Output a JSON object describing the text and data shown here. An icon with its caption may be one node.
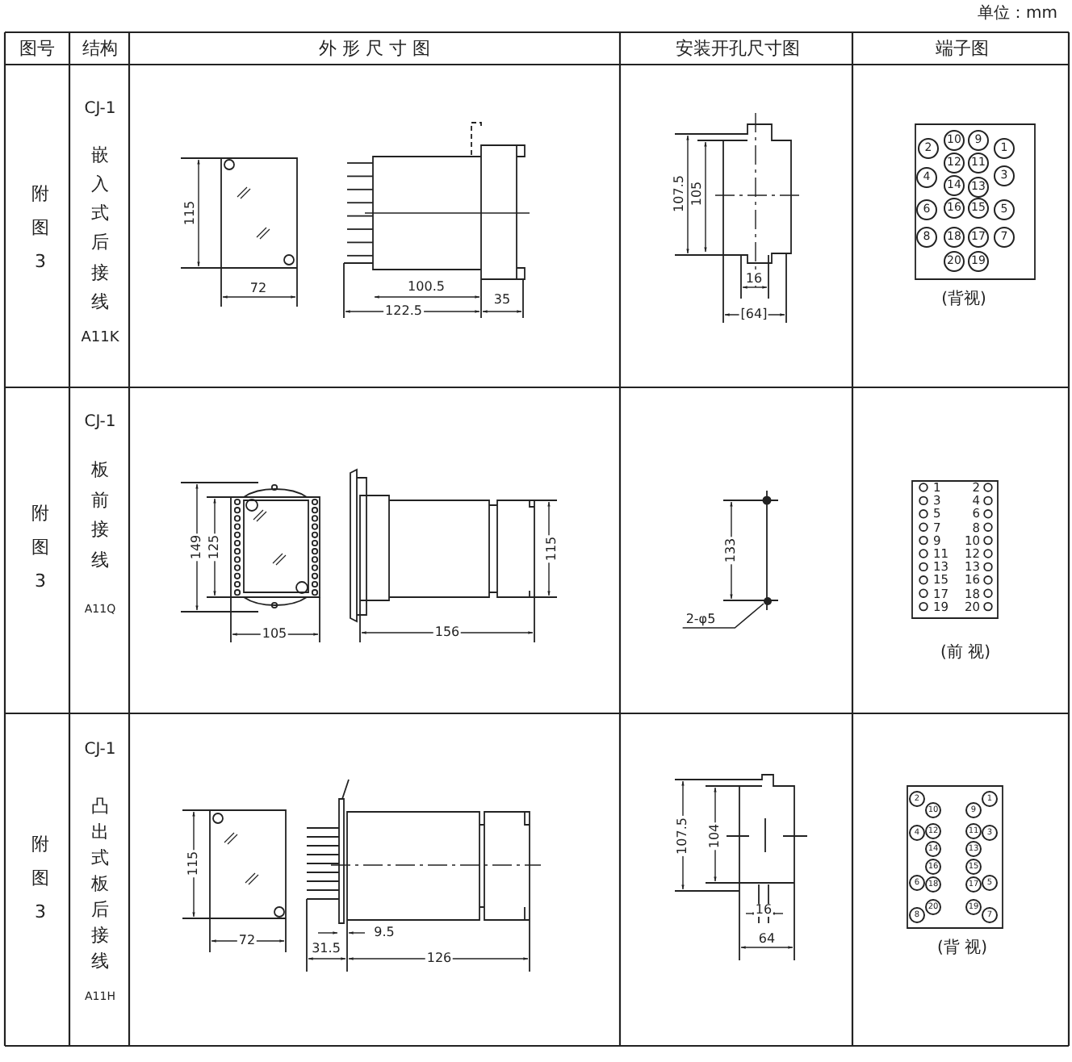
{
  "diagram": {
    "nodes": [
      {
        "text": [
          "2-φ5"
        ]
      },
      {
        "text": [],
        "shape": "circle"
      }
    ],
    "edges": [
      {
        "from": 0,
        "to": 1,
        "arrow": "none"
      }
    ],
    "labels": [
      "单位：mm",
      "图号",
      "结构",
      "外 形 尺 寸 图",
      "安装开孔尺寸图",
      "端子图",
      "附图3",
      "CJ-1",
      "嵌入式后接线",
      "A11K",
      "115",
      "72",
      "100.5",
      "122.5",
      "35",
      "107.5",
      "105",
      "16",
      "[64]",
      "10",
      "9",
      "2",
      "1",
      "12",
      "11",
      "4",
      "3",
      "14",
      "13",
      "6",
      "16",
      "15",
      "5",
      "8",
      "18",
      "17",
      "7",
      "20",
      "19",
      "(背视)",
      "附图3",
      "CJ-1",
      "板前接线",
      "A11Q",
      "149",
      "125",
      "105",
      "156",
      "115",
      "133",
      "1",
      "2",
      "3",
      "4",
      "5",
      "6",
      "7",
      "8",
      "9",
      "10",
      "11",
      "12",
      "13",
      "13",
      "15",
      "16",
      "17",
      "18",
      "19",
      "20",
      "(前 视)",
      "附图3",
      "CJ-1",
      "凸出式板后接线",
      "A11H",
      "115",
      "72",
      "9.5",
      "31.5",
      "126",
      "107.5",
      "104",
      "16",
      "64",
      "2",
      "1",
      "10",
      "9",
      "4",
      "12",
      "11",
      "3",
      "14",
      "13",
      "16",
      "15",
      "6",
      "18",
      "17",
      "5",
      "20",
      "19",
      "8",
      "7",
      "(背 视)"
    ]
  }
}
